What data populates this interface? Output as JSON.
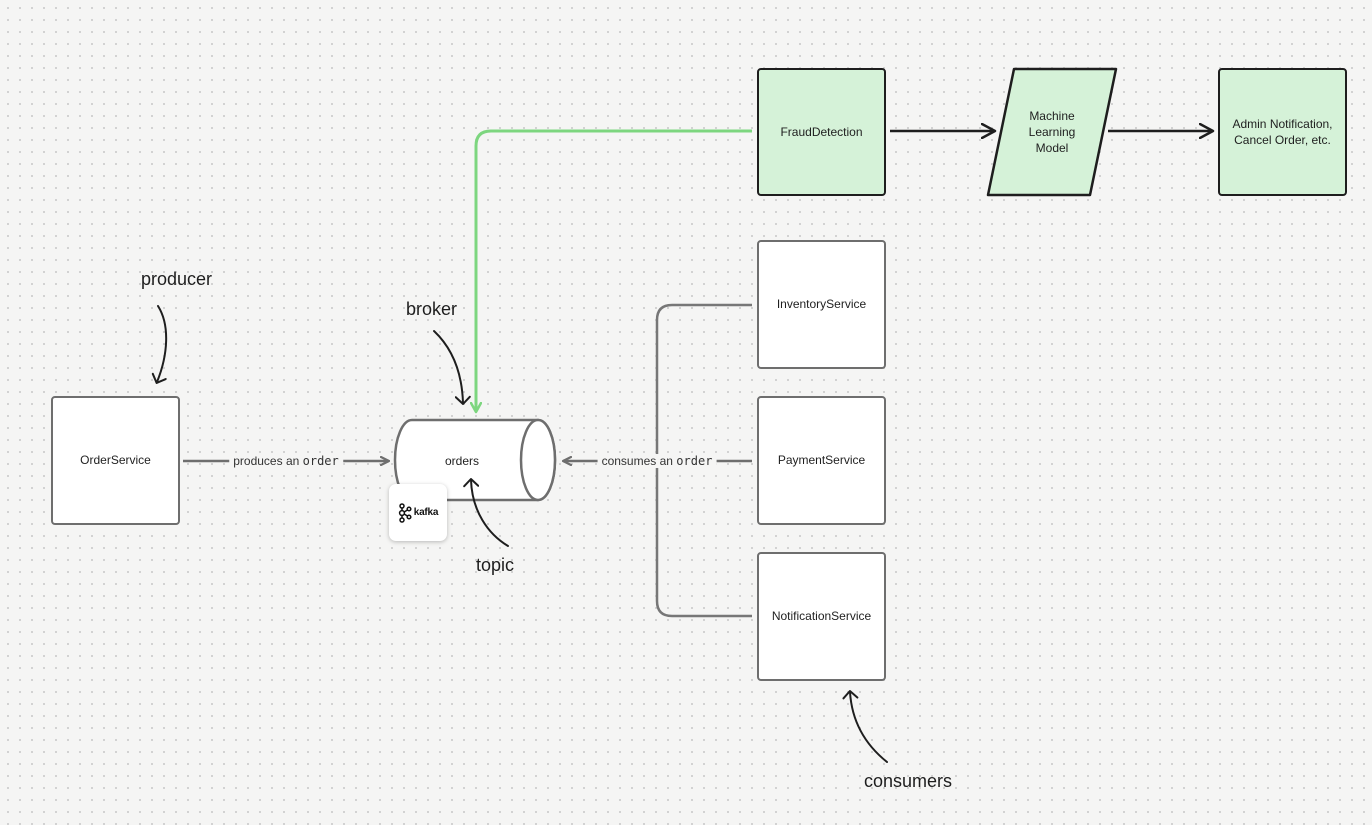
{
  "nodes": {
    "order_service": "OrderService",
    "topic": "orders",
    "fraud_detection": "FraudDetection",
    "ml_model": "Machine\nLearning\nModel",
    "admin_action": "Admin Notification,\nCancel Order, etc.",
    "inventory_service": "InventoryService",
    "payment_service": "PaymentService",
    "notification_service": "NotificationService"
  },
  "edges": {
    "produces": {
      "prefix": "produces an",
      "code": "order"
    },
    "consumes": {
      "prefix": "consumes an",
      "code": "order"
    }
  },
  "annotations": {
    "producer": "producer",
    "broker": "broker",
    "topic": "topic",
    "consumers": "consumers"
  },
  "badge": {
    "label": "kafka",
    "icon": "kafka-logo-icon"
  },
  "colors": {
    "consumer_line": "#777777",
    "fraud_line": "#7dd67f",
    "green_fill": "#d5f2d8",
    "dark_arrow": "#1e1e1e"
  }
}
